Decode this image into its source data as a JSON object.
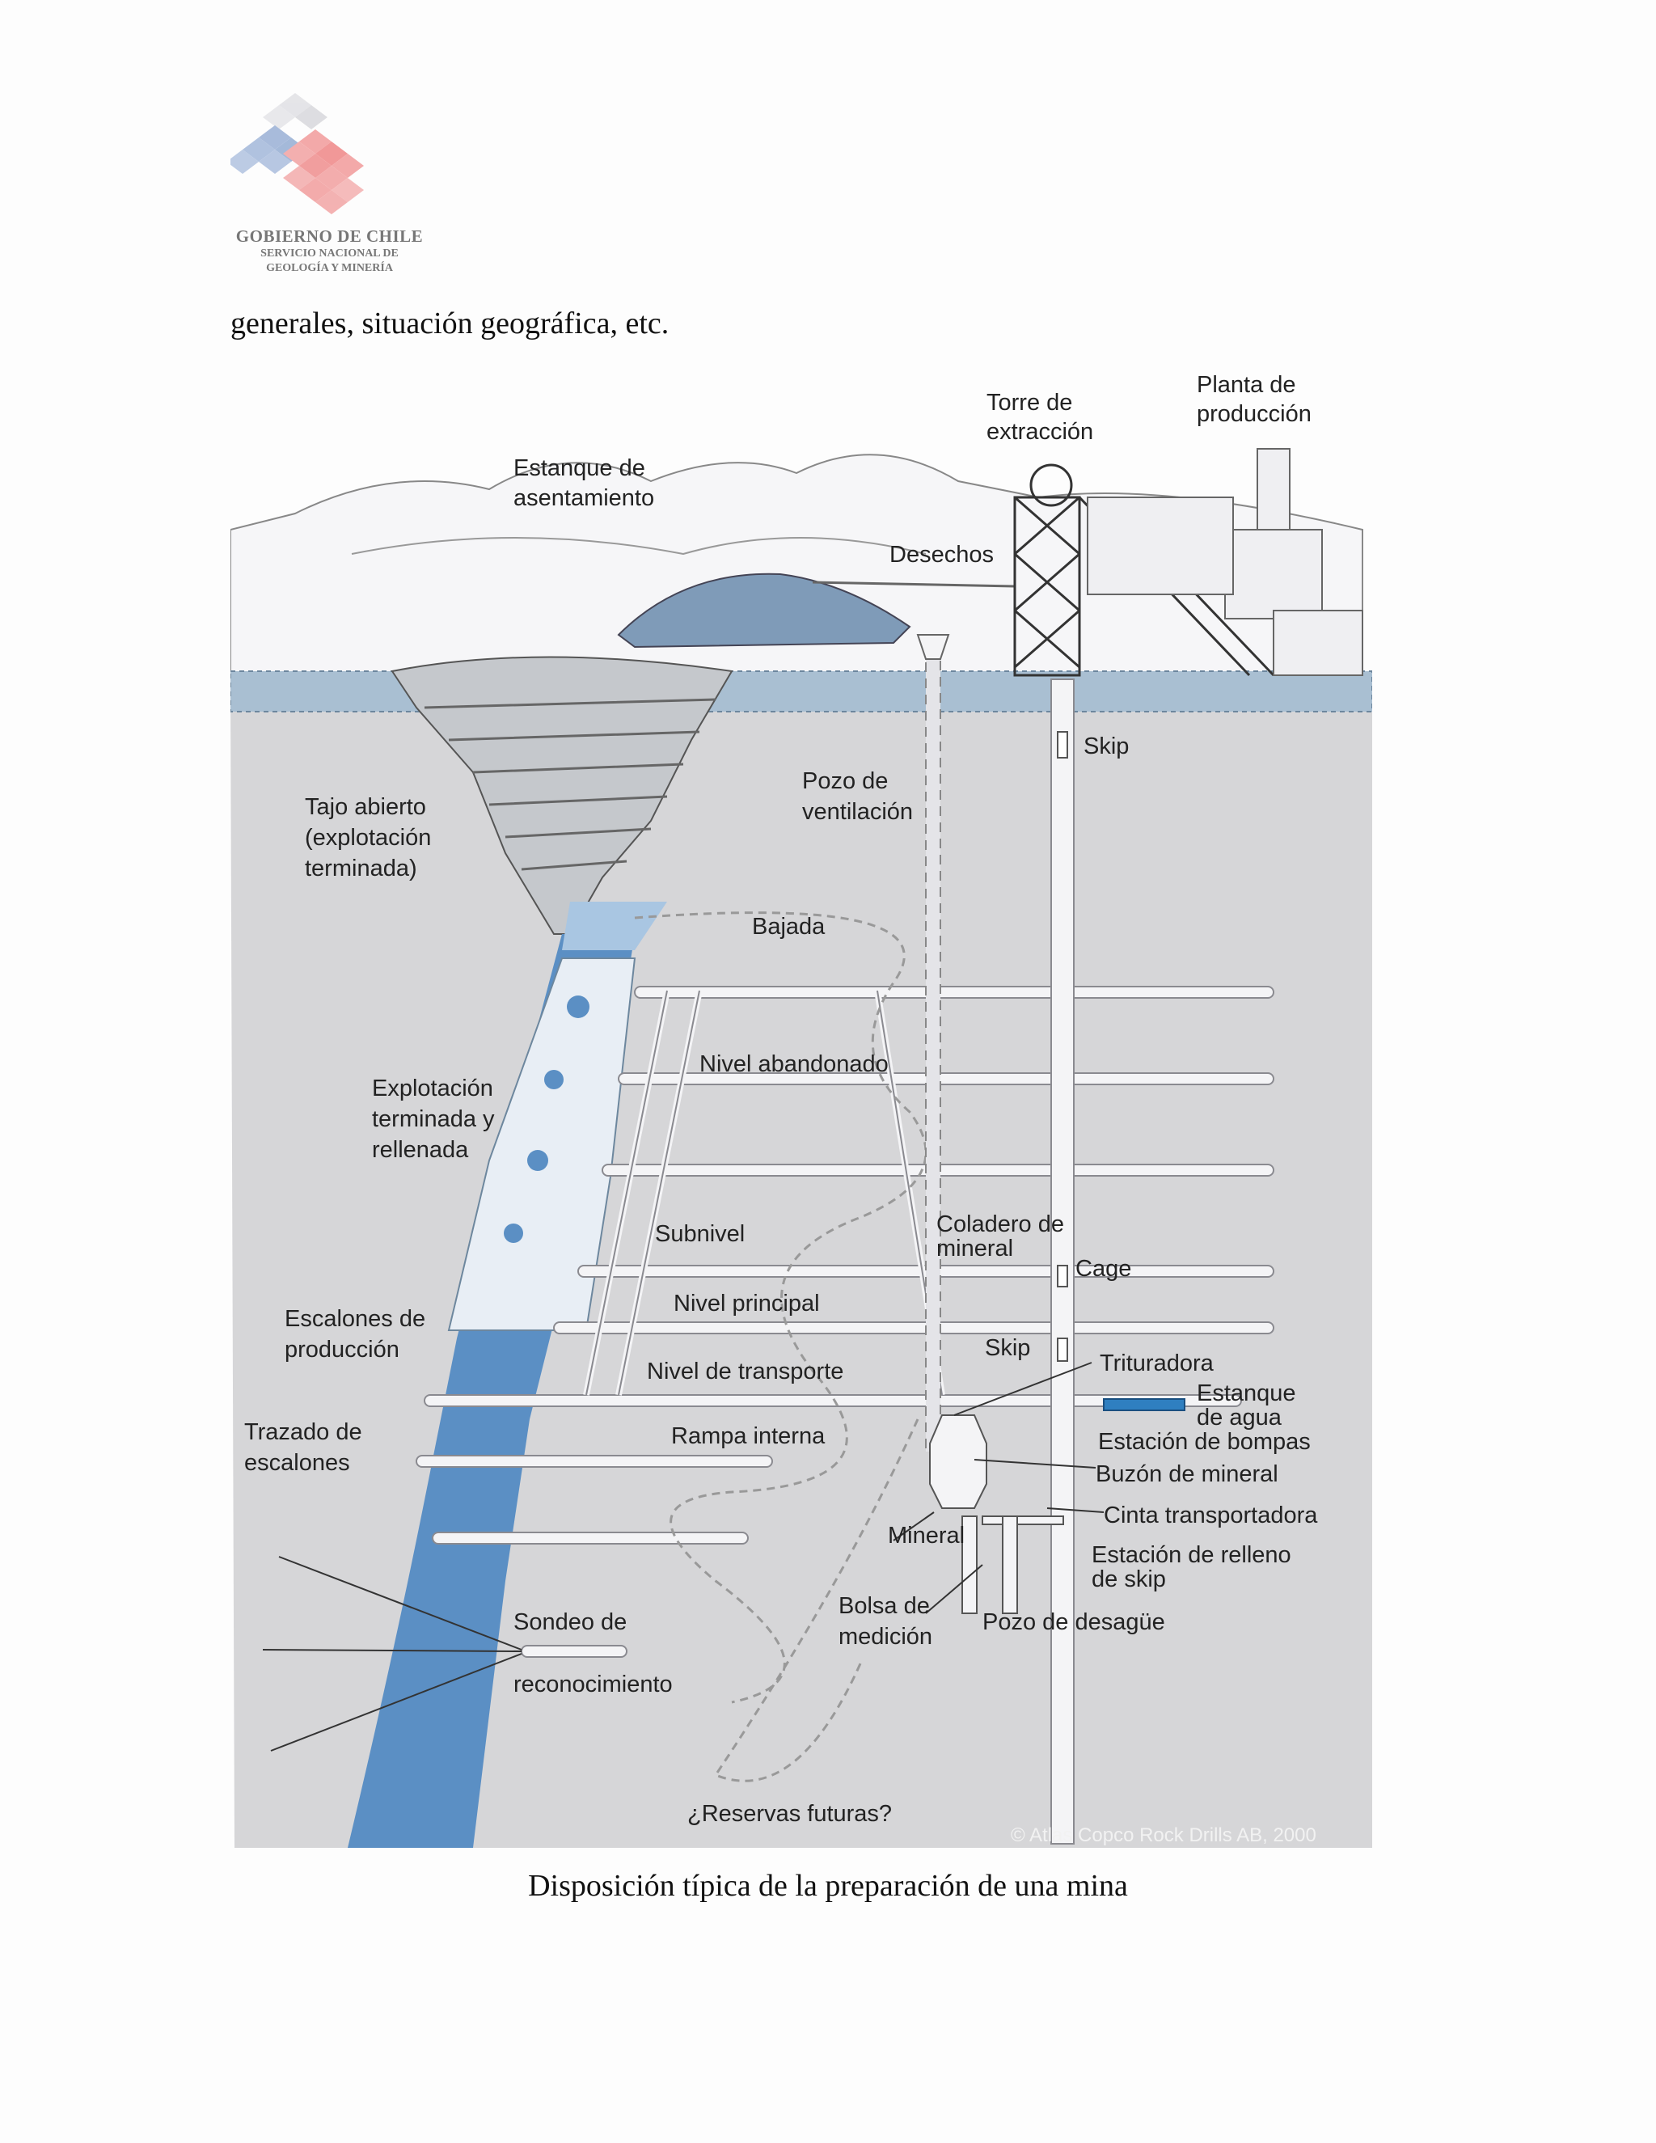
{
  "header": {
    "logo_icon": "gobierno-de-chile-logo",
    "logo_line1": "GOBIERNO DE CHILE",
    "logo_line2": "SERVICIO NACIONAL DE",
    "logo_line3": "GEOLOGÍA Y MINERÍA"
  },
  "intro_text": "generales, situación geográfica, etc.",
  "figure": {
    "labels": {
      "torre": [
        "Torre de",
        "extracción"
      ],
      "planta": [
        "Planta de",
        "producción"
      ],
      "estanque_asent": [
        "Estanque de",
        "asentamiento"
      ],
      "desechos": "Desechos",
      "skip_top": "Skip",
      "pozo_vent": [
        "Pozo de",
        "ventilación"
      ],
      "tajo": [
        "Tajo abierto",
        "(explotación",
        "terminada)"
      ],
      "bajada": "Bajada",
      "nivel_aband": "Nivel abandonado",
      "explot_rell": [
        "Explotación",
        "terminada y",
        "rellenada"
      ],
      "subnivel": "Subnivel",
      "coladero": [
        "Coladero de",
        "mineral"
      ],
      "cage": "Cage",
      "nivel_princ": "Nivel principal",
      "escalones_prod": [
        "Escalones de",
        "producción"
      ],
      "skip_low": "Skip",
      "trituradora": "Trituradora",
      "nivel_transp": "Nivel de transporte",
      "estanque_agua": [
        "Estanque",
        "de agua"
      ],
      "trazado": [
        "Trazado de",
        "escalones"
      ],
      "rampa": "Rampa interna",
      "bombas": "Estación de bompas",
      "buzon": "Buzón de mineral",
      "cinta": "Cinta transportadora",
      "mineral": "Mineral",
      "relleno": [
        "Estación de relleno",
        "de skip"
      ],
      "bolsa": [
        "Bolsa de",
        "medición"
      ],
      "desague": "Pozo de desagüe",
      "sondeo1": "Sondeo de",
      "sondeo2": "reconocimiento",
      "reservas": "¿Reservas futuras?",
      "copyright": "© Atlas Copco Rock Drills AB, 2000"
    },
    "colors": {
      "ground": "#d6d6d8",
      "ore_body": "#5b8fc4",
      "ore_light": "#a9c6e2",
      "tunnel": "#f4f4f6",
      "water": "#2f7fc0"
    }
  },
  "caption": "Disposición típica de la preparación de una mina"
}
